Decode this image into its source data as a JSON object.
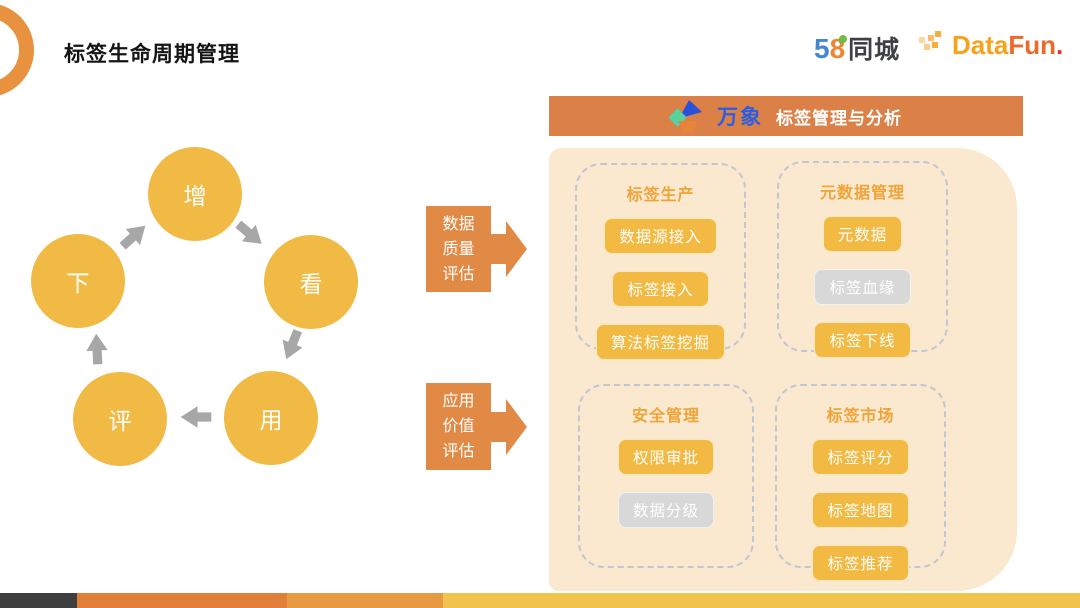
{
  "page": {
    "title": "标签生命周期管理"
  },
  "logos": {
    "brand58": {
      "five": "5",
      "eight": "8",
      "city": "同城"
    },
    "datafun": {
      "part1": "Data",
      "part2": "Fun",
      "dot": "."
    }
  },
  "lifecycle": {
    "nodes": [
      {
        "label": "增"
      },
      {
        "label": "看"
      },
      {
        "label": "用"
      },
      {
        "label": "评"
      },
      {
        "label": "下"
      }
    ]
  },
  "callouts": [
    {
      "lines": [
        "数据",
        "质量",
        "评估"
      ]
    },
    {
      "lines": [
        "应用",
        "价值",
        "评估"
      ]
    }
  ],
  "panel": {
    "header": {
      "product": "万象",
      "title": "标签管理与分析"
    },
    "groups": [
      {
        "title": "标签生产",
        "buttons": [
          {
            "label": "数据源接入",
            "state": "active"
          },
          {
            "label": "标签接入",
            "state": "active"
          },
          {
            "label": "算法标签挖掘",
            "state": "active"
          }
        ]
      },
      {
        "title": "元数据管理",
        "buttons": [
          {
            "label": "元数据",
            "state": "active"
          },
          {
            "label": "标签血缘",
            "state": "disabled"
          },
          {
            "label": "标签下线",
            "state": "active"
          }
        ]
      },
      {
        "title": "安全管理",
        "buttons": [
          {
            "label": "权限审批",
            "state": "active"
          },
          {
            "label": "数据分级",
            "state": "disabled"
          }
        ]
      },
      {
        "title": "标签市场",
        "buttons": [
          {
            "label": "标签评分",
            "state": "active"
          },
          {
            "label": "标签地图",
            "state": "active"
          },
          {
            "label": "标签推荐",
            "state": "active"
          }
        ]
      }
    ]
  },
  "colors": {
    "accent_yellow": "#F1BA45",
    "button_yellow": "#F2BA42",
    "disabled_gray": "#D8D8D8",
    "callout_orange": "#E18A45",
    "header_orange": "#DB8148",
    "panel_cream": "#FAE8CF",
    "arrow_gray": "#A7A7A7",
    "footer_stripes": [
      "#3F3F3F",
      "#DF7F39",
      "#E89A43",
      "#F2C44E"
    ]
  }
}
